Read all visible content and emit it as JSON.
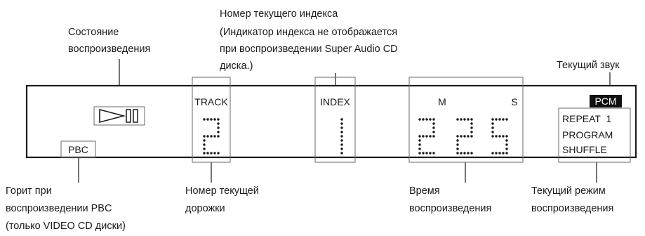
{
  "callouts": {
    "index_number": [
      "Номер текущего индекса",
      "(Индикатор индекса не отображается",
      "при воспроизведении Super Audio CD",
      "диска.)"
    ],
    "playback_status": [
      "Состояние",
      "воспроизведения"
    ],
    "current_sound": [
      "Текущий звук"
    ],
    "pbc_lit": [
      "Горит при",
      "воспроизведении PBC",
      "(только VIDEO CD диски)"
    ],
    "track_number": [
      "Номер текущей",
      "дорожки"
    ],
    "playback_time": [
      "Время",
      "воспроизведения"
    ],
    "playback_mode": [
      "Текущий режим",
      "воспроизведения"
    ]
  },
  "display": {
    "pbc": "PBC",
    "track_label": "TRACK",
    "track_value": "2",
    "index_label": "INDEX",
    "index_value": "1",
    "time_minutes_label": "M",
    "time_seconds_label": "S",
    "time_minutes_value": "2",
    "time_seconds_value": "25",
    "sound_badge": "PCM",
    "mode_repeat": "REPEAT  1",
    "mode_program": "PROGRAM",
    "mode_shuffle": "SHUFFLE"
  },
  "colors": {
    "panel_border": "#1a1a1a",
    "frame_border": "#6a6a6a",
    "dot_segment": "#1a1a1a",
    "badge_bg": "#111111",
    "badge_text": "#ffffff"
  }
}
